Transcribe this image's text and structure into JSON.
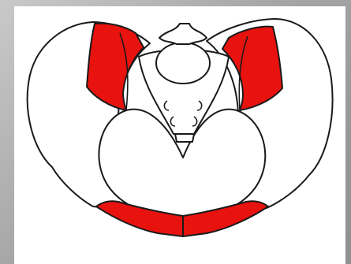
{
  "diagram": {
    "subject": "pelvis",
    "colors": {
      "bone_fill": "#ffffff",
      "outline": "#1a1a1a",
      "highlight": "#e8120f",
      "background_gradient": [
        "#c9c9c9",
        "#8f8f8f"
      ]
    },
    "highlighted_regions": [
      "left-sacroiliac-region",
      "right-sacroiliac-region",
      "left-pubic-ramus",
      "right-pubic-ramus"
    ]
  }
}
